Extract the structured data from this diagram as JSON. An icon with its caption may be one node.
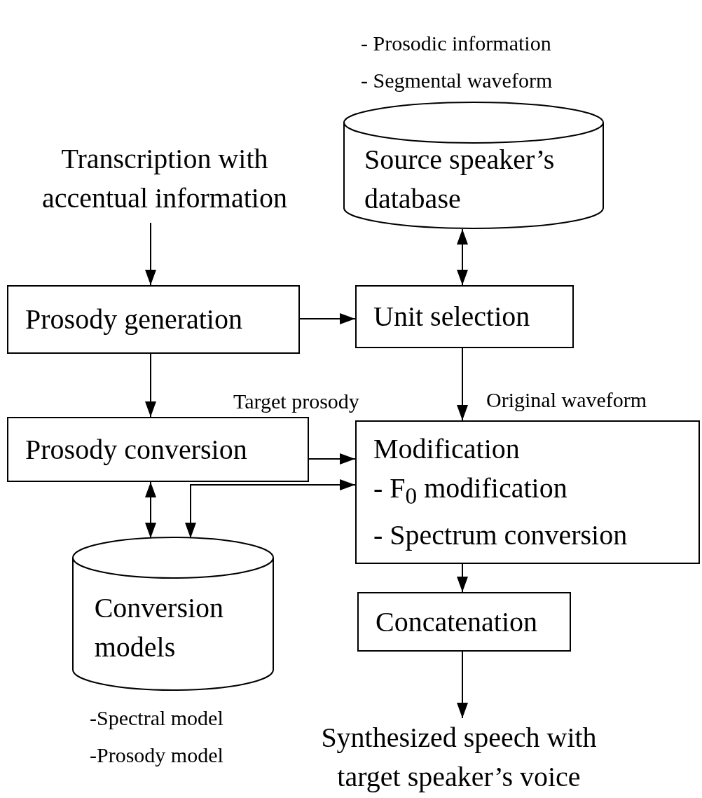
{
  "diagram": {
    "nodes": [
      {
        "text": [
          "Transcription with accentual information"
        ]
      },
      {
        "text": [
          "Source speaker’s database"
        ],
        "beside": [
          "- Prosodic information",
          "- Segmental waveform"
        ]
      },
      {
        "text": [
          "Prosody generation"
        ]
      },
      {
        "text": [
          "Unit selection"
        ]
      },
      {
        "text": [
          "Prosody conversion"
        ]
      },
      {
        "text": [
          "Modification",
          "- F$_{0}$ modification",
          "- Spectrum conversion"
        ]
      },
      {
        "text": [
          "Conversion models"
        ],
        "beside": [
          "-Spectral model",
          "-Prosody model"
        ]
      },
      {
        "text": [
          "Concatenation"
        ]
      },
      {
        "text": [
          "Synthesized speech with target speaker’s voice"
        ]
      }
    ],
    "edges": [
      {
        "from": 0,
        "to": 2,
        "arrow": "to"
      },
      {
        "from": 2,
        "to": 3,
        "arrow": "to"
      },
      {
        "from": 1,
        "to": 3,
        "arrow": "both"
      },
      {
        "from": 3,
        "to": 5,
        "arrow": "to",
        "label": "Original waveform"
      },
      {
        "from": 2,
        "to": 4,
        "arrow": "to"
      },
      {
        "from": 4,
        "to": 5,
        "arrow": "to",
        "label": "Target prosody"
      },
      {
        "from": 4,
        "to": 6,
        "arrow": "both"
      },
      {
        "from": 6,
        "to": 5,
        "arrow": "both"
      },
      {
        "from": 5,
        "to": 7,
        "arrow": "to"
      },
      {
        "from": 7,
        "to": 8,
        "arrow": "to"
      }
    ]
  }
}
